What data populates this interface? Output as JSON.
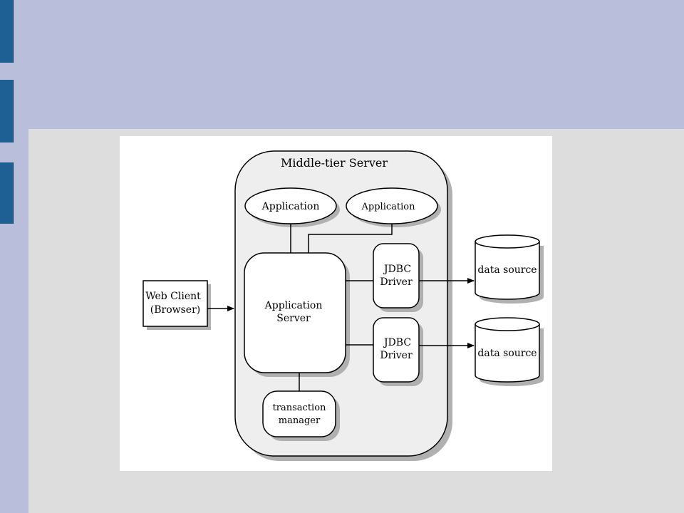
{
  "diagram": {
    "middle_tier_title": "Middle-tier Server",
    "application_1": "Application",
    "application_2": "Application",
    "application_server_line1": "Application",
    "application_server_line2": "Server",
    "web_client_line1": "Web Client",
    "web_client_line2": "(Browser)",
    "jdbc_driver_1_line1": "JDBC",
    "jdbc_driver_1_line2": "Driver",
    "jdbc_driver_2_line1": "JDBC",
    "jdbc_driver_2_line2": "Driver",
    "data_source_1": "data source",
    "data_source_2": "data source",
    "transaction_manager_line1": "transaction",
    "transaction_manager_line2": "manager"
  }
}
